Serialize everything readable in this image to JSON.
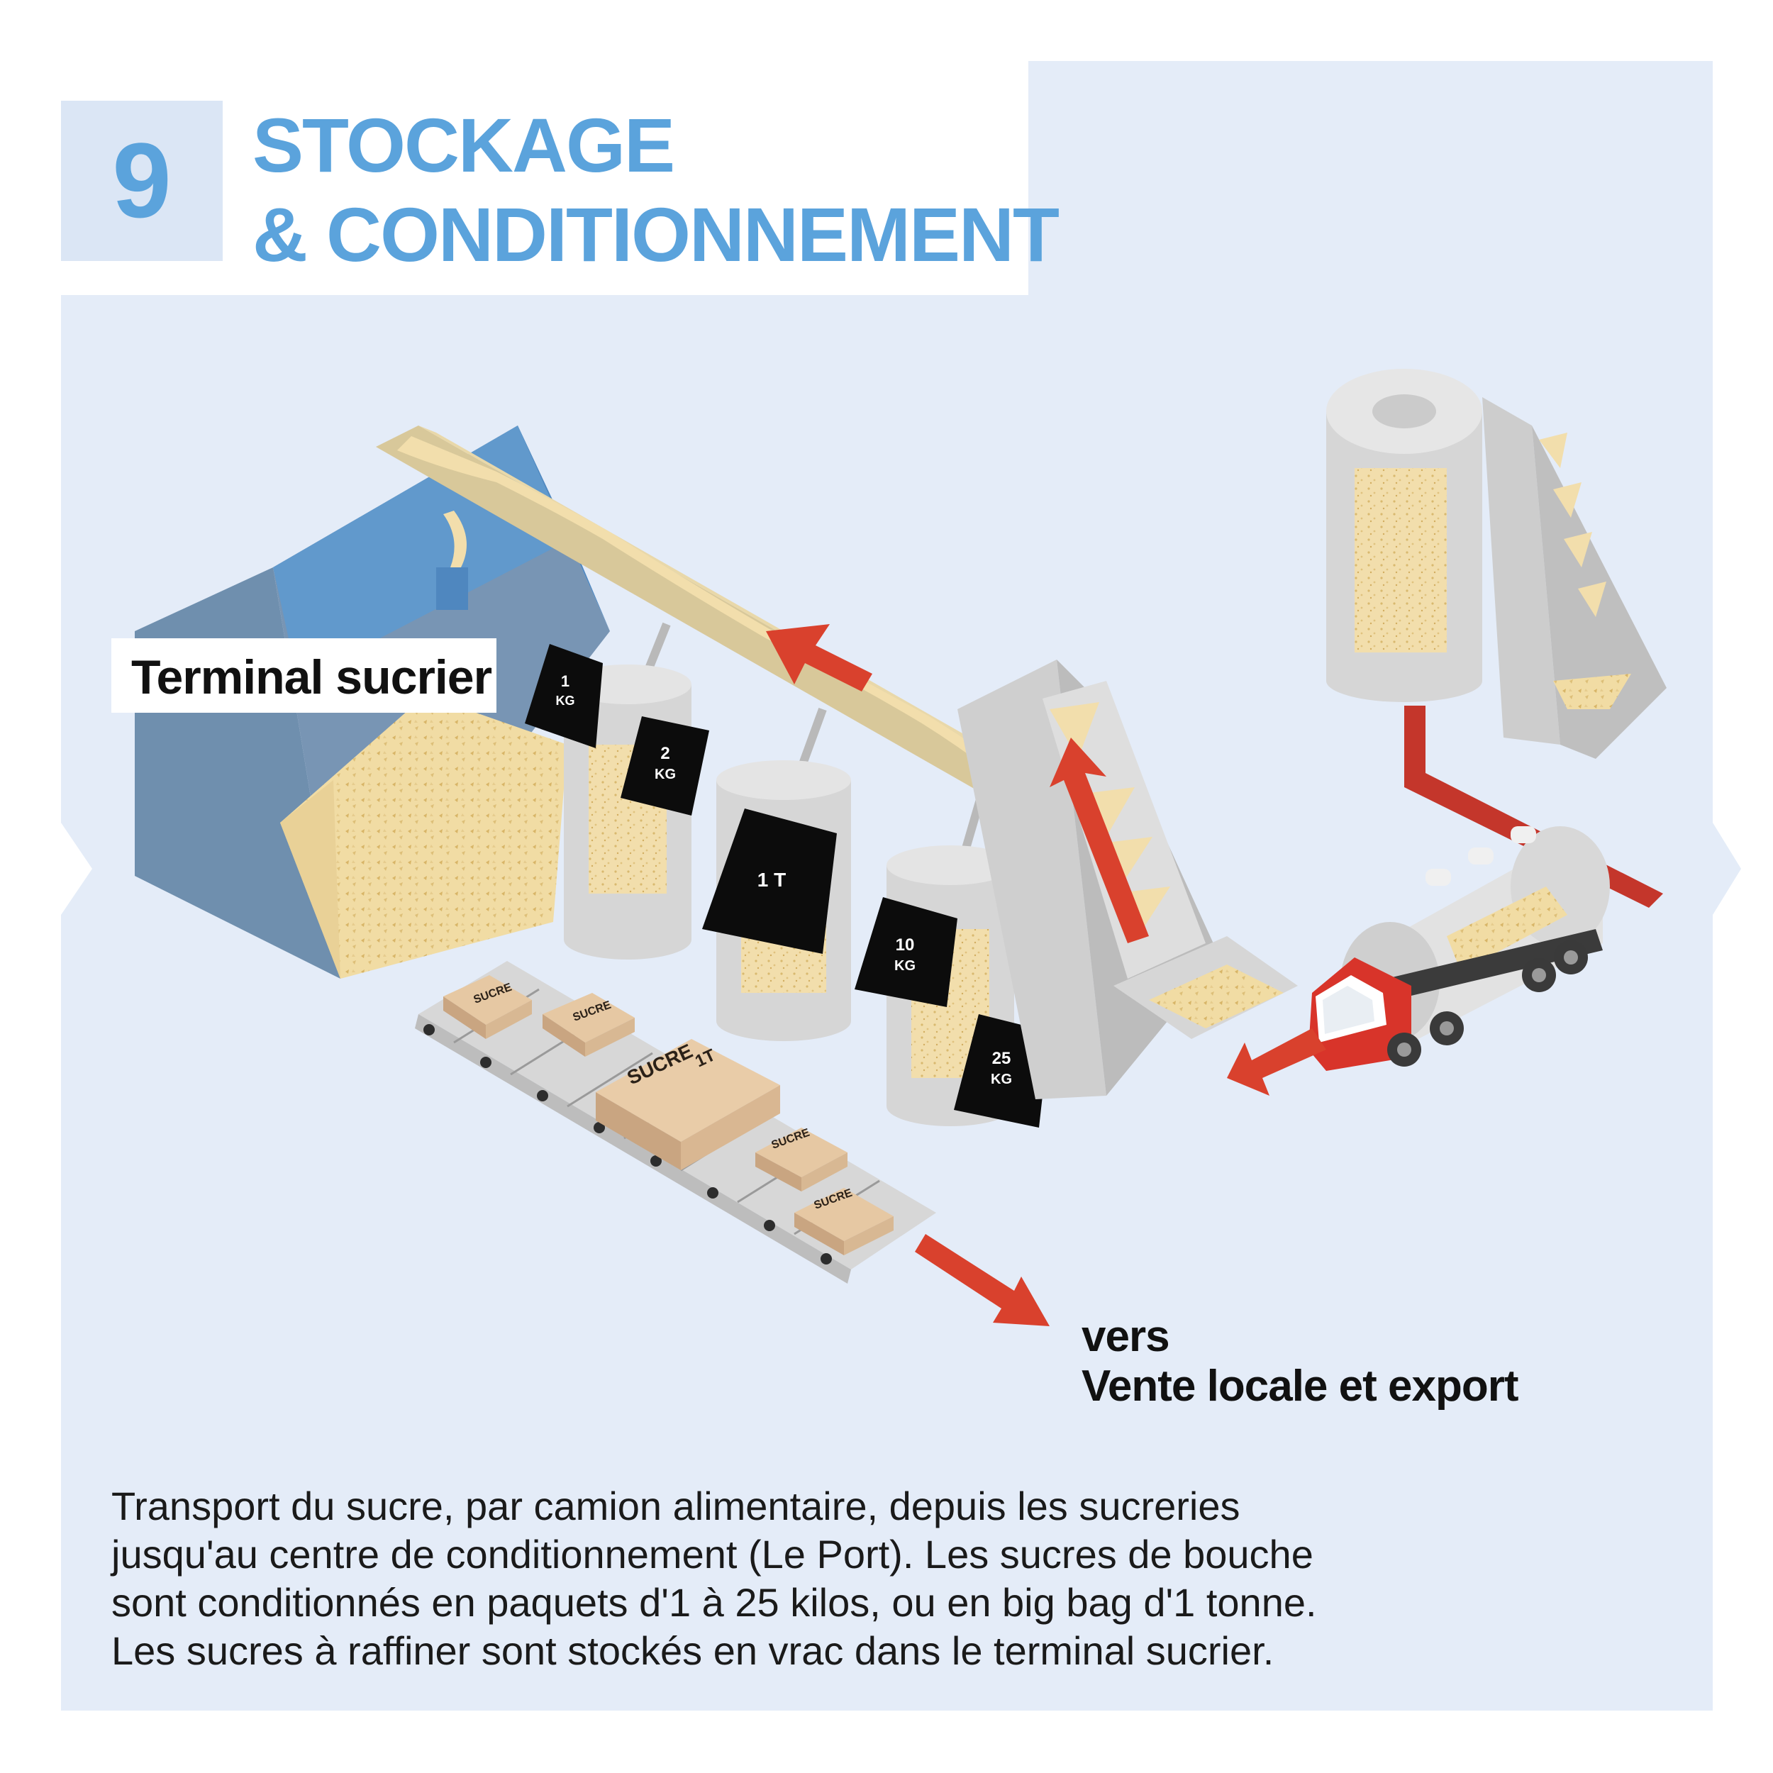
{
  "header": {
    "step_number": "9",
    "title_line1": "STOCKAGE",
    "title_line2": "& CONDITIONNEMENT"
  },
  "labels": {
    "terminal": "Terminal sucrier",
    "destination_line1": "vers",
    "destination_line2": "Vente locale et export"
  },
  "bags": [
    {
      "amount": "1",
      "unit": "KG"
    },
    {
      "amount": "2",
      "unit": "KG"
    },
    {
      "amount": "1 T",
      "unit": ""
    },
    {
      "amount": "10",
      "unit": "KG"
    },
    {
      "amount": "25",
      "unit": "KG"
    }
  ],
  "boxes": {
    "label": "SUCRE",
    "big_bag_label": "1T"
  },
  "description": [
    "Transport du sucre, par camion alimentaire, depuis les sucreries",
    "jusqu'au centre de conditionnement (Le Port). Les sucres de bouche",
    "sont conditionnés en paquets d'1 à 25 kilos, ou en big bag d'1 tonne.",
    "Les sucres à raffiner sont stockés en vrac dans le terminal sucrier."
  ],
  "colors": {
    "background_panel": "#e4ecf8",
    "title_blue": "#5ba3dc",
    "number_panel": "#dbe6f5",
    "arrow_red": "#d9412d",
    "sugar_yellow": "#f2deac",
    "machine_gray": "#d6d6d6",
    "warehouse_blue": "#6199cc",
    "bag_black": "#0c0c0c",
    "truck_red": "#d8342a"
  }
}
